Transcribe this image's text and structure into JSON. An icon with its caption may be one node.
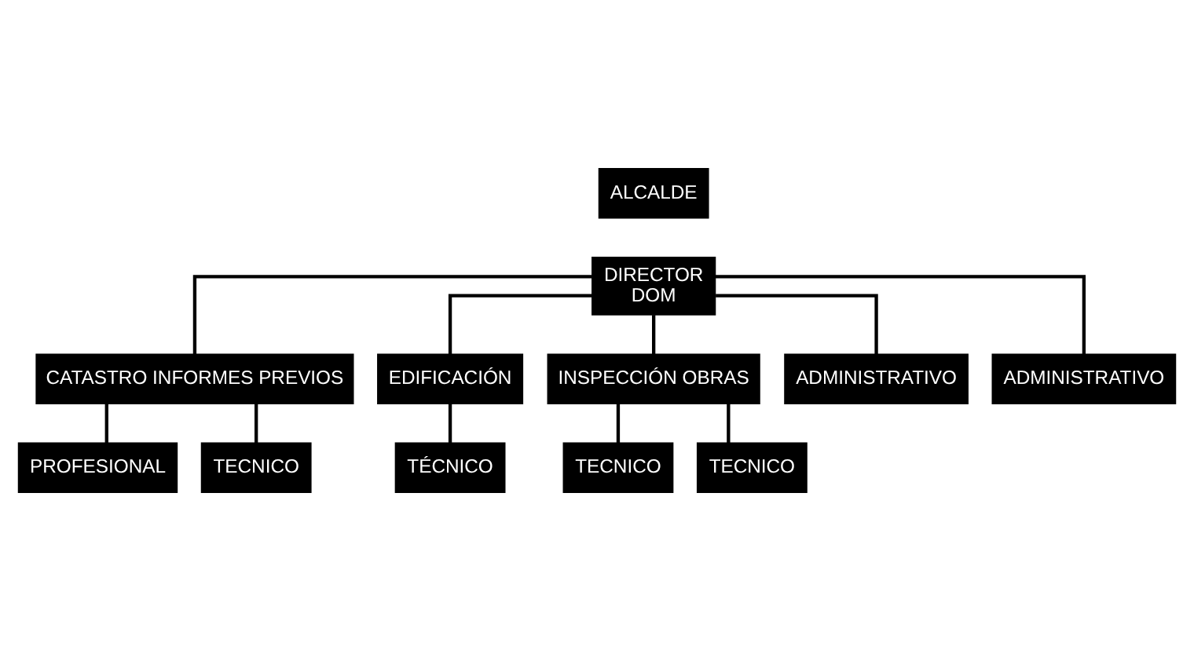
{
  "diagram": {
    "nodes": [
      {
        "text": [
          "ALCALDE"
        ]
      },
      {
        "text": [
          "DIRECTOR",
          "DOM"
        ]
      },
      {
        "text": [
          "CATASTRO INFORMES PREVIOS"
        ]
      },
      {
        "text": [
          "EDIFICACIÓN"
        ]
      },
      {
        "text": [
          "INSPECCIÓN OBRAS"
        ]
      },
      {
        "text": [
          "ADMINISTRATIVO"
        ]
      },
      {
        "text": [
          "ADMINISTRATIVO"
        ]
      },
      {
        "text": [
          "PROFESIONAL"
        ]
      },
      {
        "text": [
          "TECNICO"
        ]
      },
      {
        "text": [
          "TÉCNICO"
        ]
      },
      {
        "text": [
          "TECNICO"
        ]
      },
      {
        "text": [
          "TECNICO"
        ]
      }
    ],
    "edges": [
      {
        "from": 1,
        "to": 2,
        "arrow": "none"
      },
      {
        "from": 1,
        "to": 3,
        "arrow": "none"
      },
      {
        "from": 1,
        "to": 4,
        "arrow": "none"
      },
      {
        "from": 1,
        "to": 5,
        "arrow": "none"
      },
      {
        "from": 1,
        "to": 6,
        "arrow": "none"
      },
      {
        "from": 2,
        "to": 7,
        "arrow": "none"
      },
      {
        "from": 2,
        "to": 8,
        "arrow": "none"
      },
      {
        "from": 3,
        "to": 9,
        "arrow": "none"
      },
      {
        "from": 4,
        "to": 10,
        "arrow": "none"
      },
      {
        "from": 4,
        "to": 11,
        "arrow": "none"
      }
    ]
  }
}
